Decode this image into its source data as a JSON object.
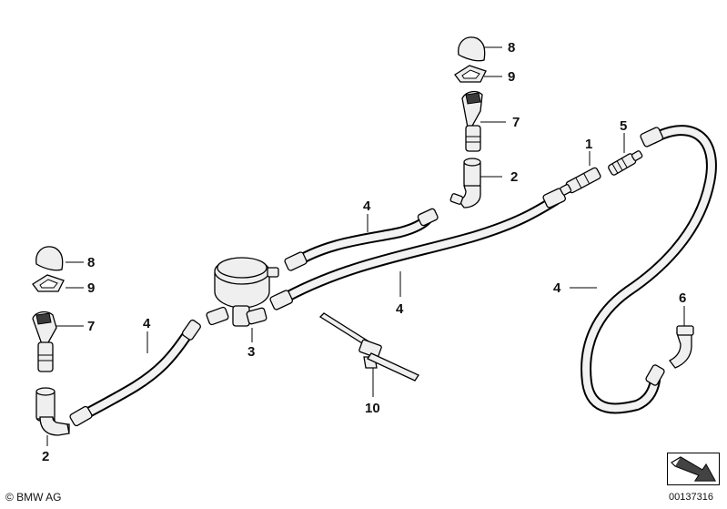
{
  "callouts": {
    "c1": "1",
    "c2a": "2",
    "c2b": "2",
    "c3": "3",
    "c4a": "4",
    "c4b": "4",
    "c4c": "4",
    "c4d": "4",
    "c5": "5",
    "c6": "6",
    "c7a": "7",
    "c7b": "7",
    "c8a": "8",
    "c8b": "8",
    "c9a": "9",
    "c9b": "9",
    "c10": "10"
  },
  "footer": {
    "copyright": "© BMW AG",
    "drawing_number": "00137316"
  },
  "icons": {
    "navigation": "next-diagram-arrow-icon"
  },
  "colors": {
    "line": "#000000",
    "part_fill": "#efefef",
    "background": "#ffffff"
  }
}
